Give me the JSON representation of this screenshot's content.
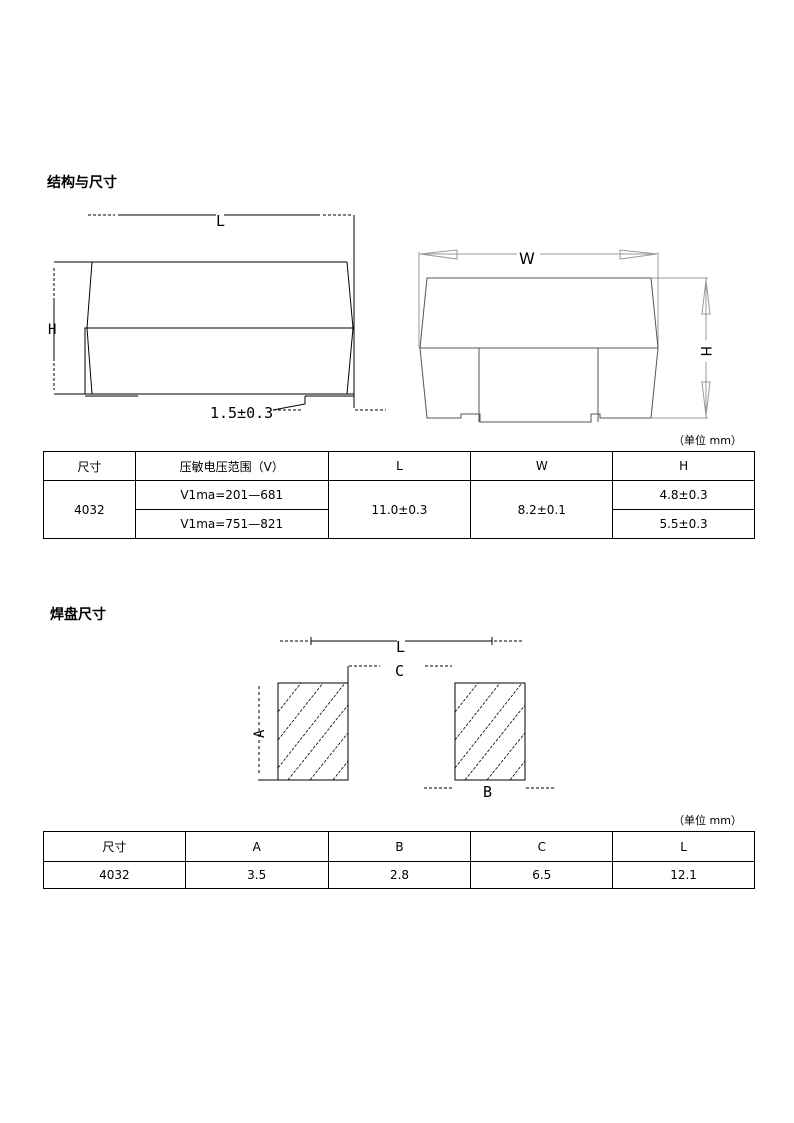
{
  "section1": {
    "heading": "结构与尺寸",
    "drawing_labels": {
      "L": "L",
      "H_left": "H",
      "offset": "1.5±0.3",
      "W": "W",
      "H_right": "H"
    },
    "unit": "（单位 mm）",
    "table": {
      "headers": [
        "尺寸",
        "压敏电压范围（V）",
        "L",
        "W",
        "H"
      ],
      "size": "4032",
      "voltage_ranges": [
        "V1ma=201—681",
        "V1ma=751—821"
      ],
      "L": "11.0±0.3",
      "W": "8.2±0.1",
      "H": [
        "4.8±0.3",
        "5.5±0.3"
      ]
    }
  },
  "section2": {
    "heading": "焊盘尺寸",
    "drawing_labels": {
      "L": "L",
      "C": "C",
      "A": "A",
      "B": "B"
    },
    "unit": "（单位 mm）",
    "table": {
      "headers": [
        "尺寸",
        "A",
        "B",
        "C",
        "L"
      ],
      "row": [
        "4032",
        "3.5",
        "2.8",
        "6.5",
        "12.1"
      ]
    }
  }
}
